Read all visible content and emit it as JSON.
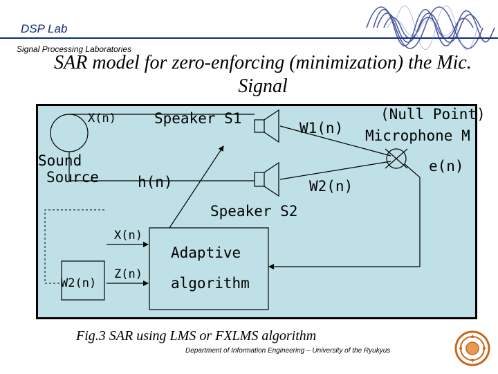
{
  "header": {
    "lab": "DSP Lab",
    "subtitle": "Signal Processing Laboratories"
  },
  "title": "SAR model for zero-enforcing (minimization) the Mic. Signal",
  "diagram": {
    "x_n_top": "X(n)",
    "speaker_s1": "Speaker S1",
    "null_point": "(Null Point)",
    "w1_n": "W1(n)",
    "microphone_m": "Microphone M",
    "sound_line1": "Sound",
    "sound_line2": "Source",
    "e_n": "e(n)",
    "h_n": "h(n)",
    "w2_n": "W2(n)",
    "speaker_s2": "Speaker S2",
    "x_n_bottom": "X(n)",
    "adaptive_line1": "Adaptive",
    "adaptive_line2": "algorithm",
    "z_n": "Z(n)",
    "w2_n_filter": "W2(n)"
  },
  "caption": "Fig.3 SAR using LMS or FXLMS algorithm",
  "footer": "Department of Information Engineering – University of the Ryukyus",
  "colors": {
    "panel": "#bfe0e6",
    "header_blue": "#0a2a7a",
    "seal": "#c8661a"
  }
}
